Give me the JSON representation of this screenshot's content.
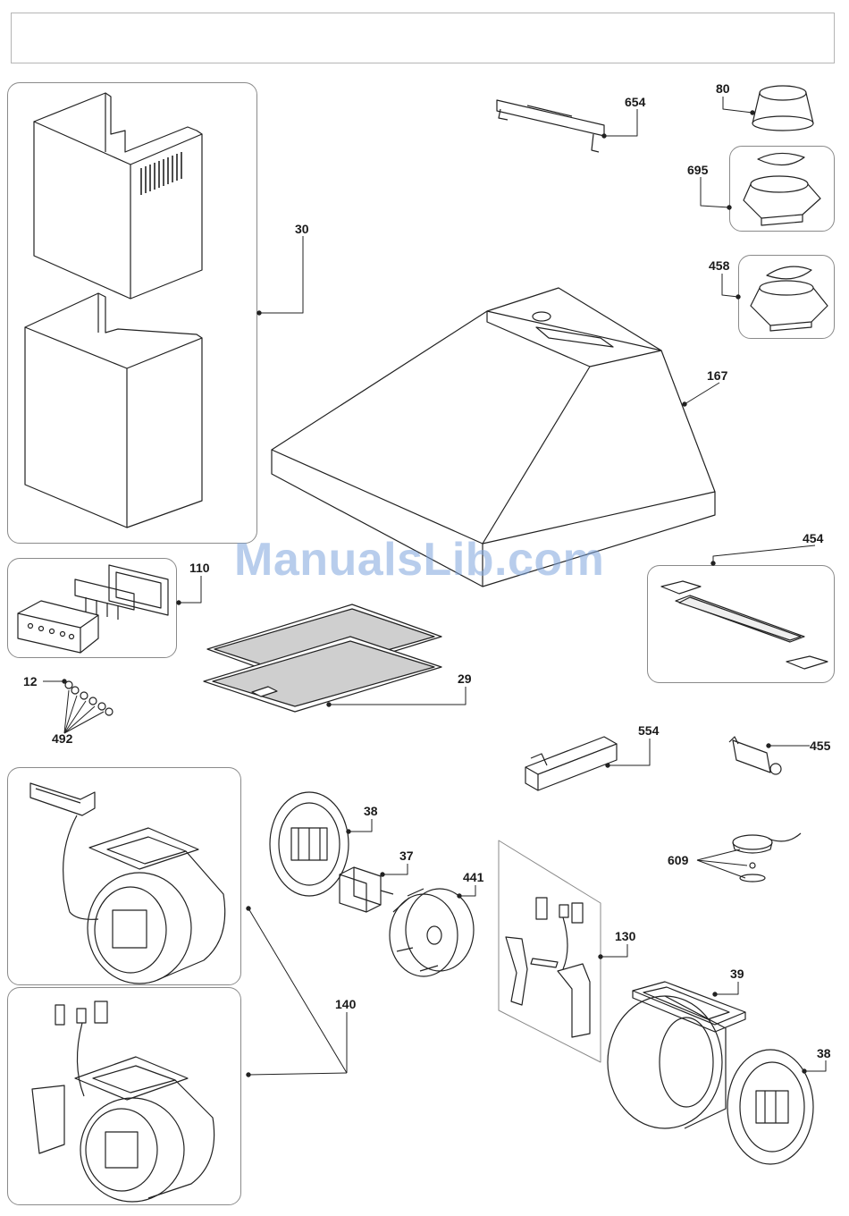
{
  "watermark": "ManualsLib.com",
  "parts": {
    "p30": "30",
    "p654": "654",
    "p80": "80",
    "p695": "695",
    "p458": "458",
    "p167": "167",
    "p110": "110",
    "p454": "454",
    "p12": "12",
    "p492": "492",
    "p29": "29",
    "p554": "554",
    "p455": "455",
    "p38a": "38",
    "p37": "37",
    "p441": "441",
    "p609": "609",
    "p130": "130",
    "p39": "39",
    "p140": "140",
    "p38b": "38"
  },
  "colors": {
    "line": "#222222",
    "frame": "#8a8a8a",
    "filter_fill": "#cfcfcf"
  }
}
